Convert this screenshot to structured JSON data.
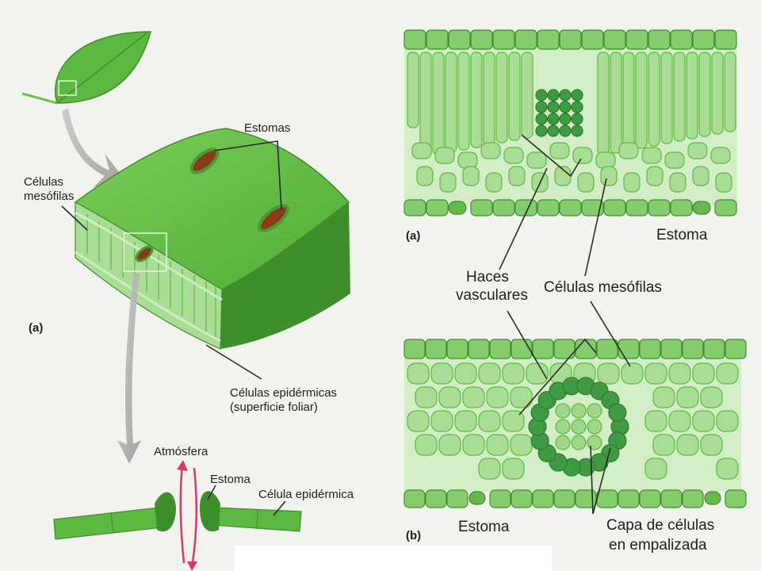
{
  "labels": {
    "left_panel": "(a)",
    "estomas": "Estomas",
    "mesofilas_left_1": "Células",
    "mesofilas_left_2": "mesófilas",
    "epidermicas_1": "Células epidérmicas",
    "epidermicas_2": "(superficie foliar)",
    "atmosfera": "Atmósfera",
    "estoma_small": "Estoma",
    "celula_epidermica": "Célula epidérmica",
    "panel_a": "(a)",
    "estoma_a": "Estoma",
    "haces_1": "Haces",
    "haces_2": "vasculares",
    "mesofilas_right": "Células mesófilas",
    "panel_b": "(b)",
    "estoma_b": "Estoma",
    "capa_1": "Capa de células",
    "capa_2": "en empalizada"
  },
  "colors": {
    "leaf_green": "#5cb840",
    "dark_green": "#3e8f2b",
    "cell_light": "#a9dd95",
    "cell_mid": "#85cc6d",
    "arrow_pink": "#d63a6a",
    "bundle_dark": "#3f9a43"
  }
}
